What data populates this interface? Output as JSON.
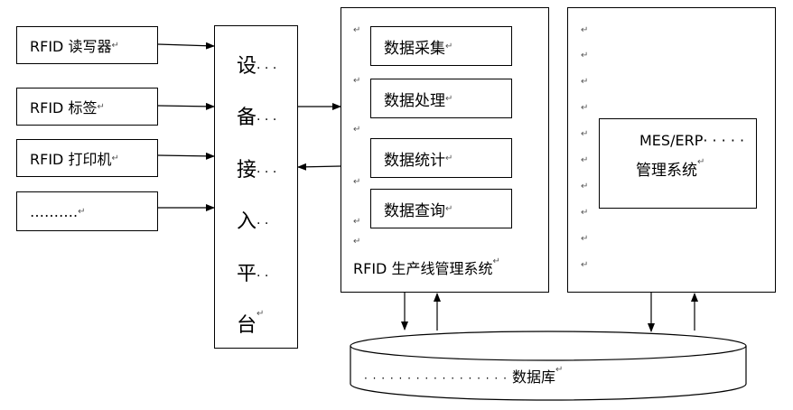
{
  "devices": [
    {
      "label": "RFID 读写器",
      "mark": "↵"
    },
    {
      "label": "RFID 标签",
      "mark": "↵"
    },
    {
      "label": "RFID 打印机",
      "mark": "↵"
    },
    {
      "label": "……….",
      "mark": "↵"
    }
  ],
  "platform": {
    "chars": [
      "设",
      "备",
      "接",
      "入",
      "平",
      "台"
    ],
    "dots": [
      "· · ·",
      "· · ·",
      "· · ·",
      "· ·",
      "· ·",
      ""
    ],
    "end_mark": "↵"
  },
  "line_system": {
    "modules": [
      {
        "label": "数据采集",
        "mark": "↵"
      },
      {
        "label": "数据处理",
        "mark": "↵"
      },
      {
        "label": "数据统计",
        "mark": "↵"
      },
      {
        "label": "数据查询",
        "mark": "↵"
      }
    ],
    "title": "RFID 生产线管理系统",
    "title_mark": "↵",
    "para_mark": "↵"
  },
  "mes": {
    "line1": "MES/ERP· · · · ·",
    "line2": "管理系统",
    "mark": "↵",
    "para_mark": "↵"
  },
  "database": {
    "dots": "· · · · · · · · · · · · · · · · ·",
    "label": "数据库",
    "mark": "↵"
  }
}
